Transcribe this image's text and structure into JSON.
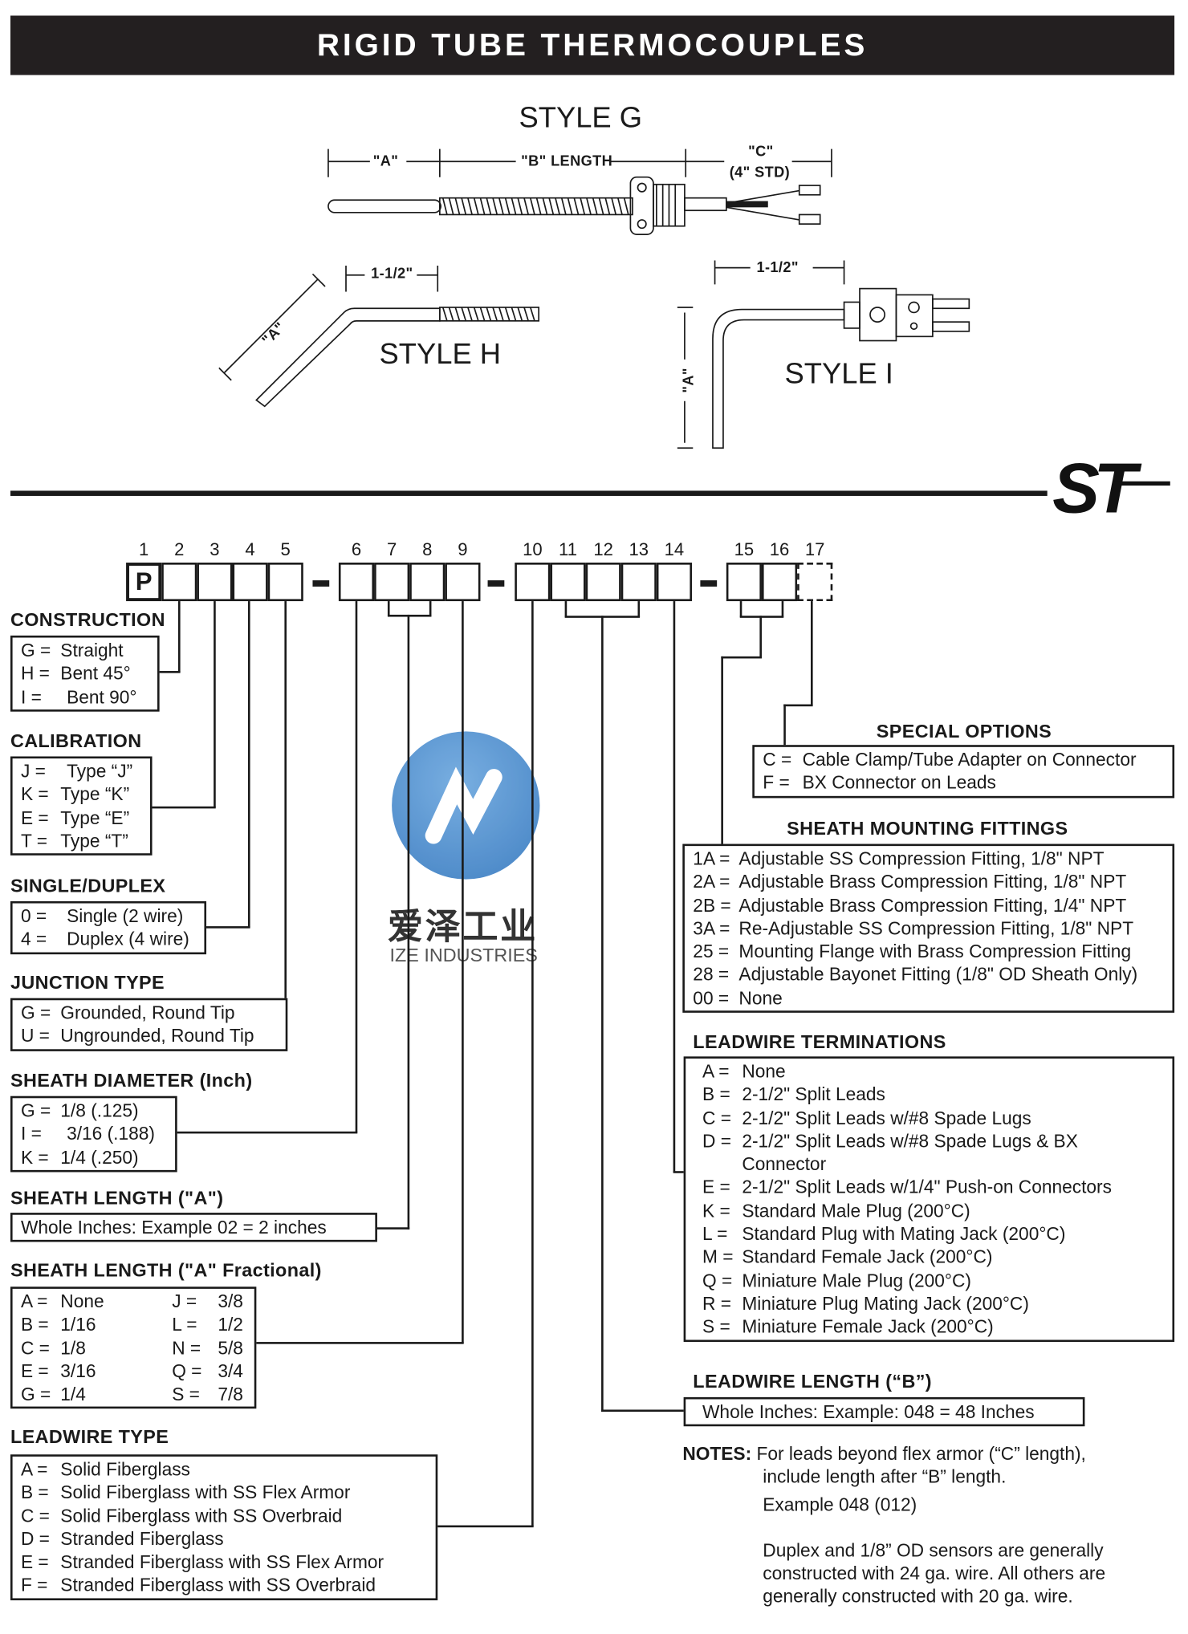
{
  "title": "RIGID TUBE THERMOCOUPLES",
  "styles": {
    "g": {
      "label": "STYLE G",
      "dim_a": "\"A\"",
      "dim_b": "\"B\" LENGTH",
      "dim_c": "\"C\"",
      "dim_c_std": "(4\" STD)"
    },
    "h": {
      "label": "STYLE H",
      "dim": "1-1/2\"",
      "dim_a": "\"A\""
    },
    "i": {
      "label": "STYLE I",
      "dim": "1-1/2\"",
      "dim_a": "\"A\""
    }
  },
  "logo": "ST",
  "watermark": {
    "cn": "爱泽工业",
    "en": "IZE INDUSTRIES"
  },
  "code": {
    "positions": [
      "1",
      "2",
      "3",
      "4",
      "5",
      "6",
      "7",
      "8",
      "9",
      "10",
      "11",
      "12",
      "13",
      "14",
      "15",
      "16",
      "17"
    ],
    "first_char": "P"
  },
  "construction": {
    "title": "CONSTRUCTION",
    "items": [
      {
        "code": "G =",
        "desc": "Straight"
      },
      {
        "code": "H =",
        "desc": "Bent 45°"
      },
      {
        "code": "I  =",
        "desc": "Bent 90°"
      }
    ]
  },
  "calibration": {
    "title": "CALIBRATION",
    "items": [
      {
        "code": "J  =",
        "desc": "Type “J”"
      },
      {
        "code": "K =",
        "desc": "Type “K”"
      },
      {
        "code": "E =",
        "desc": "Type “E”"
      },
      {
        "code": "T =",
        "desc": "Type “T”"
      }
    ]
  },
  "single_duplex": {
    "title": "SINGLE/DUPLEX",
    "items": [
      {
        "code": "0  =",
        "desc": "Single (2 wire)"
      },
      {
        "code": "4  =",
        "desc": "Duplex (4 wire)"
      }
    ]
  },
  "junction": {
    "title": "JUNCTION TYPE",
    "items": [
      {
        "code": "G =",
        "desc": "Grounded, Round Tip"
      },
      {
        "code": "U =",
        "desc": "Ungrounded, Round Tip"
      }
    ]
  },
  "sheath_diameter": {
    "title": "SHEATH DIAMETER (Inch)",
    "items": [
      {
        "code": "G =",
        "desc": "1/8    (.125)"
      },
      {
        "code": "I  =",
        "desc": "3/16  (.188)"
      },
      {
        "code": "K =",
        "desc": "1/4    (.250)"
      }
    ]
  },
  "sheath_length": {
    "title": "SHEATH LENGTH (\"A\")",
    "items": [
      {
        "code": "",
        "desc": "Whole Inches: Example 02 = 2 inches"
      }
    ]
  },
  "sheath_fraction": {
    "title": "SHEATH LENGTH (\"A\" Fractional)",
    "items": [
      {
        "code": "A =",
        "desc": "None"
      },
      {
        "code": "J  =",
        "desc": "3/8"
      },
      {
        "code": "B =",
        "desc": "1/16"
      },
      {
        "code": "L  =",
        "desc": "1/2"
      },
      {
        "code": "C =",
        "desc": "1/8"
      },
      {
        "code": "N  =",
        "desc": "5/8"
      },
      {
        "code": "E =",
        "desc": "3/16"
      },
      {
        "code": "Q  =",
        "desc": "3/4"
      },
      {
        "code": "G =",
        "desc": "1/4"
      },
      {
        "code": "S  =",
        "desc": "7/8"
      }
    ]
  },
  "leadwire_type": {
    "title": "LEADWIRE TYPE",
    "items": [
      {
        "code": "A =",
        "desc": "Solid Fiberglass"
      },
      {
        "code": "B =",
        "desc": "Solid Fiberglass with SS Flex Armor"
      },
      {
        "code": "C =",
        "desc": "Solid Fiberglass with SS Overbraid"
      },
      {
        "code": "D =",
        "desc": "Stranded Fiberglass"
      },
      {
        "code": "E =",
        "desc": "Stranded Fiberglass with SS Flex Armor"
      },
      {
        "code": "F =",
        "desc": "Stranded Fiberglass with SS Overbraid"
      }
    ]
  },
  "special_options": {
    "title": "SPECIAL OPTIONS",
    "items": [
      {
        "code": "C =",
        "desc": "Cable Clamp/Tube Adapter on Connector"
      },
      {
        "code": "F =",
        "desc": "BX Connector on Leads"
      }
    ]
  },
  "sheath_mounting": {
    "title": "SHEATH MOUNTING FITTINGS",
    "items": [
      {
        "code": "1A =",
        "desc": "Adjustable SS Compression Fitting, 1/8\" NPT"
      },
      {
        "code": "2A =",
        "desc": "Adjustable Brass Compression Fitting, 1/8\" NPT"
      },
      {
        "code": "2B =",
        "desc": "Adjustable Brass Compression Fitting, 1/4\" NPT"
      },
      {
        "code": "3A =",
        "desc": "Re-Adjustable SS Compression Fitting, 1/8\" NPT"
      },
      {
        "code": "25 =",
        "desc": "Mounting Flange with Brass Compression Fitting"
      },
      {
        "code": "28 =",
        "desc": "Adjustable Bayonet Fitting (1/8\" OD Sheath Only)"
      },
      {
        "code": "00 =",
        "desc": "None"
      }
    ]
  },
  "leadwire_terminations": {
    "title": "LEADWIRE TERMINATIONS",
    "items": [
      {
        "code": "A =",
        "desc": "None"
      },
      {
        "code": "B =",
        "desc": "2-1/2\" Split Leads"
      },
      {
        "code": "C =",
        "desc": "2-1/2\" Split Leads w/#8 Spade Lugs"
      },
      {
        "code": "D =",
        "desc": "2-1/2\" Split Leads w/#8 Spade Lugs & BX\nConnector"
      },
      {
        "code": "E =",
        "desc": "2-1/2\" Split Leads w/1/4\" Push-on Connectors"
      },
      {
        "code": "K =",
        "desc": "Standard Male Plug (200°C)"
      },
      {
        "code": "L =",
        "desc": "Standard Plug with Mating Jack (200°C)"
      },
      {
        "code": "M =",
        "desc": "Standard Female Jack (200°C)"
      },
      {
        "code": "Q =",
        "desc": "Miniature Male Plug (200°C)"
      },
      {
        "code": "R =",
        "desc": "Miniature Plug Mating Jack (200°C)"
      },
      {
        "code": "S =",
        "desc": "Miniature Female Jack (200°C)"
      }
    ]
  },
  "leadwire_length": {
    "title": "LEADWIRE LENGTH (“B”)",
    "items": [
      {
        "code": "",
        "desc": "Whole Inches: Example: 048 = 48 Inches"
      }
    ]
  },
  "notes": {
    "label": "NOTES:",
    "line1": "For leads beyond flex armor (“C” length),",
    "line2": "include length after “B” length.",
    "example": "Example 048 (012)",
    "p2_1": "Duplex and 1/8” OD sensors are generally",
    "p2_2": "constructed with 24 ga. wire. All others are",
    "p2_3": "generally constructed with 20 ga. wire."
  },
  "colors": {
    "header_bg": "#231f20",
    "watermark_blue": "#3d82c8"
  }
}
